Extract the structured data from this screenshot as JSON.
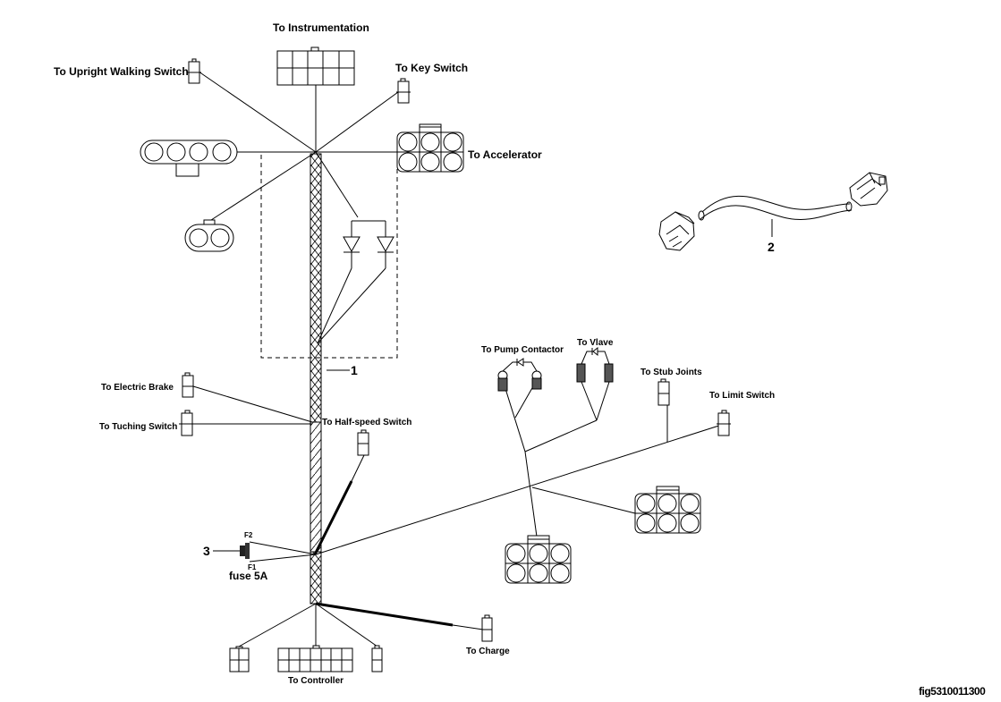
{
  "figure_id": "fig5310011300",
  "labels": {
    "instrumentation": "To Instrumentation",
    "upright_walking_switch": "To Upright Walking Switch",
    "key_switch": "To Key Switch",
    "accelerator": "To Accelerator",
    "electric_brake": "To Electric Brake",
    "tuching_switch": "To Tuching Switch",
    "half_speed_switch": "To Half-speed Switch",
    "controller": "To Controller",
    "charge": "To Charge",
    "pump_contactor": "To Pump Contactor",
    "valve": "To Vlave",
    "stub_joints": "To Stub Joints",
    "limit_switch": "To Limit Switch",
    "fuse": "fuse 5A",
    "fuse_f1": "F1",
    "fuse_f2": "F2"
  },
  "callouts": {
    "main_harness": "1",
    "cable": "2",
    "fuse": "3"
  }
}
